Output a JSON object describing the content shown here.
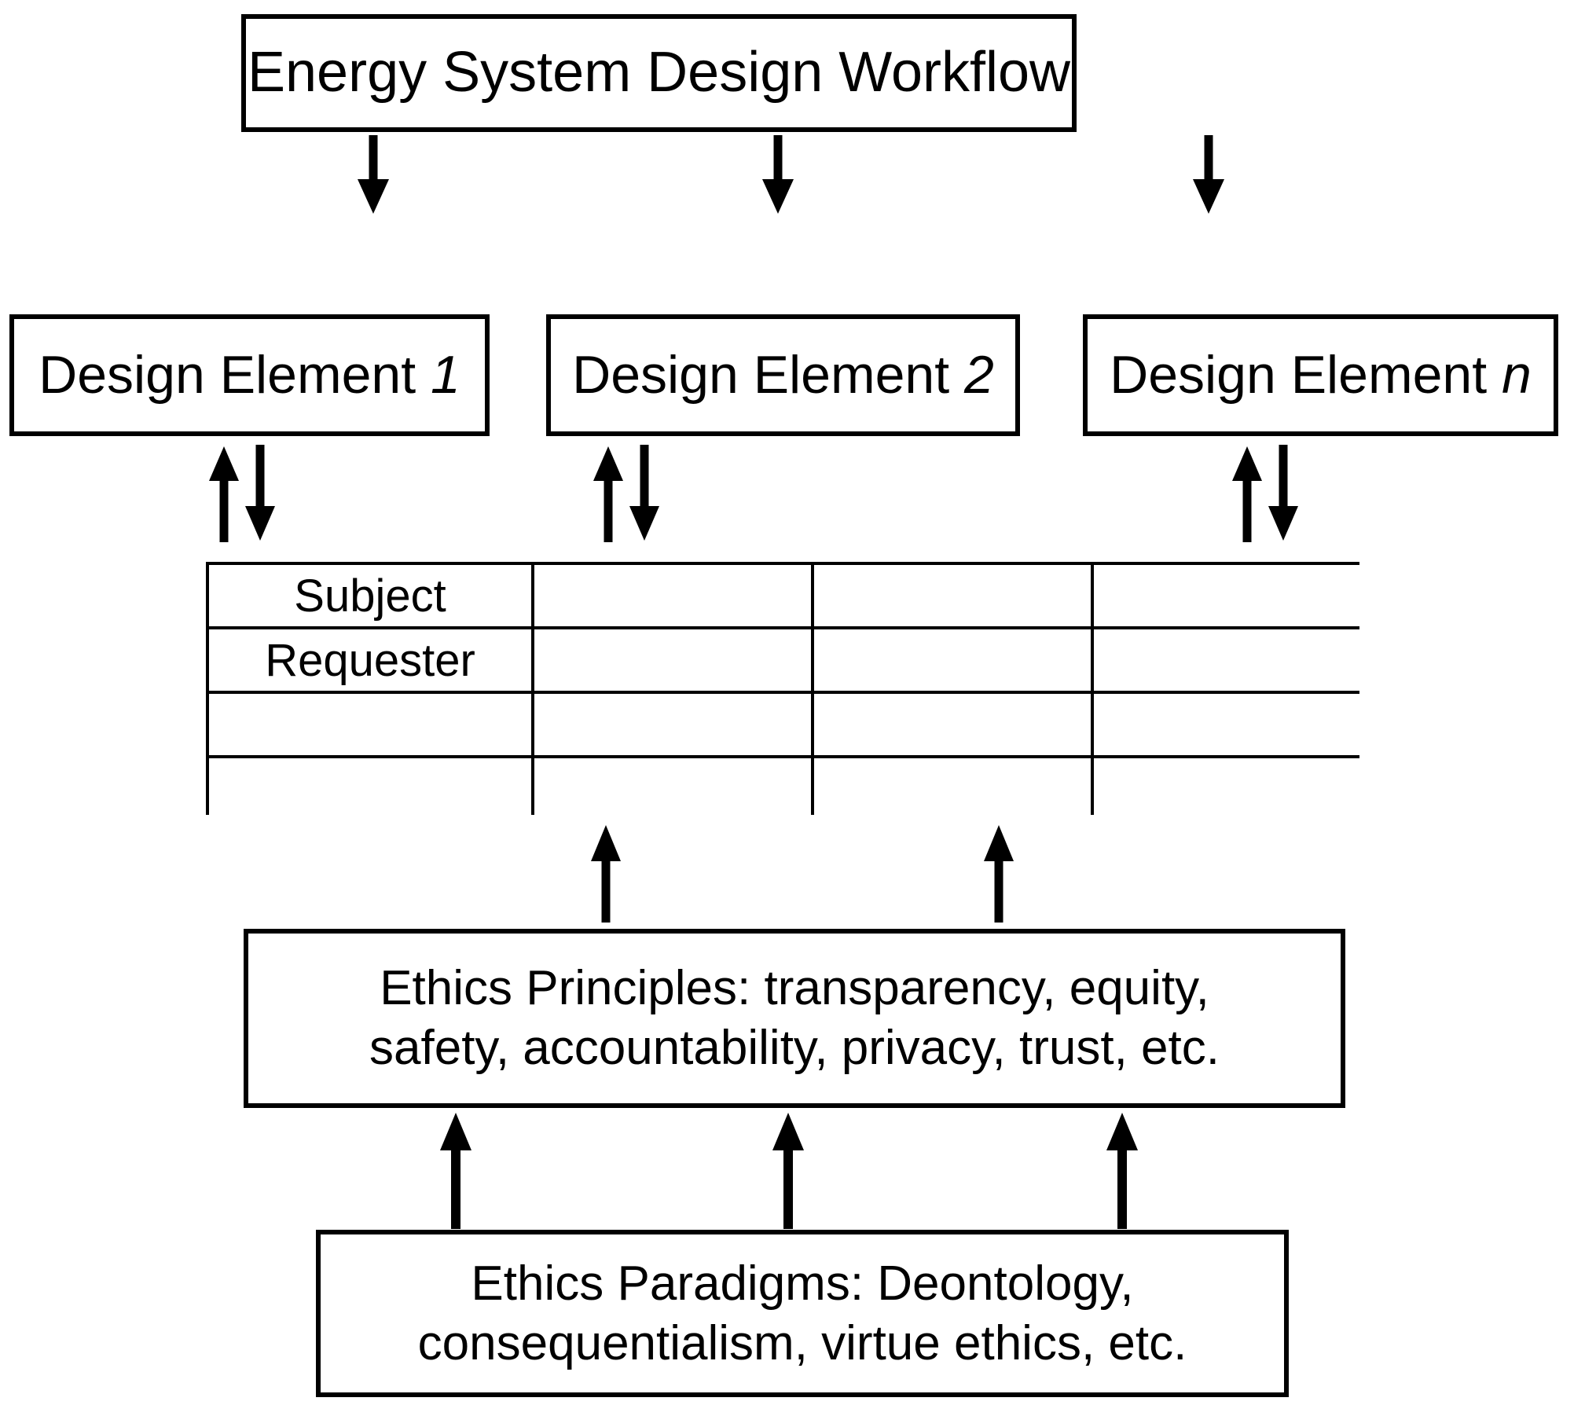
{
  "diagram": {
    "title_box": {
      "label": "Energy System Design Workflow"
    },
    "design_elements": [
      {
        "prefix": "Design Element ",
        "index": "1"
      },
      {
        "prefix": "Design Element ",
        "index": "2"
      },
      {
        "prefix": "Design Element ",
        "index": "n"
      }
    ],
    "matrix": {
      "columns": [
        "",
        "",
        "",
        ""
      ],
      "rows": [
        {
          "label": "Subject",
          "cells": [
            "",
            "",
            ""
          ]
        },
        {
          "label": "Requester",
          "cells": [
            "",
            "",
            ""
          ]
        },
        {
          "label": "",
          "cells": [
            "",
            "",
            ""
          ]
        },
        {
          "label": "",
          "cells": [
            "",
            "",
            ""
          ]
        }
      ]
    },
    "ethics_principles": {
      "line1": "Ethics Principles: transparency, equity,",
      "line2": "safety, accountability, privacy, trust, etc."
    },
    "ethics_paradigms": {
      "line1": "Ethics Paradigms: Deontology,",
      "line2": "consequentialism, virtue ethics, etc."
    },
    "arrows": {
      "workflow_to_elements": "down-arrow",
      "elements_to_matrix_up": "up-arrow",
      "elements_to_matrix_down": "down-arrow",
      "principles_to_matrix": "up-arrow",
      "paradigms_to_principles": "up-arrow"
    },
    "colors": {
      "stroke": "#000000",
      "fill": "#FFFFFF",
      "text": "#000000"
    }
  }
}
